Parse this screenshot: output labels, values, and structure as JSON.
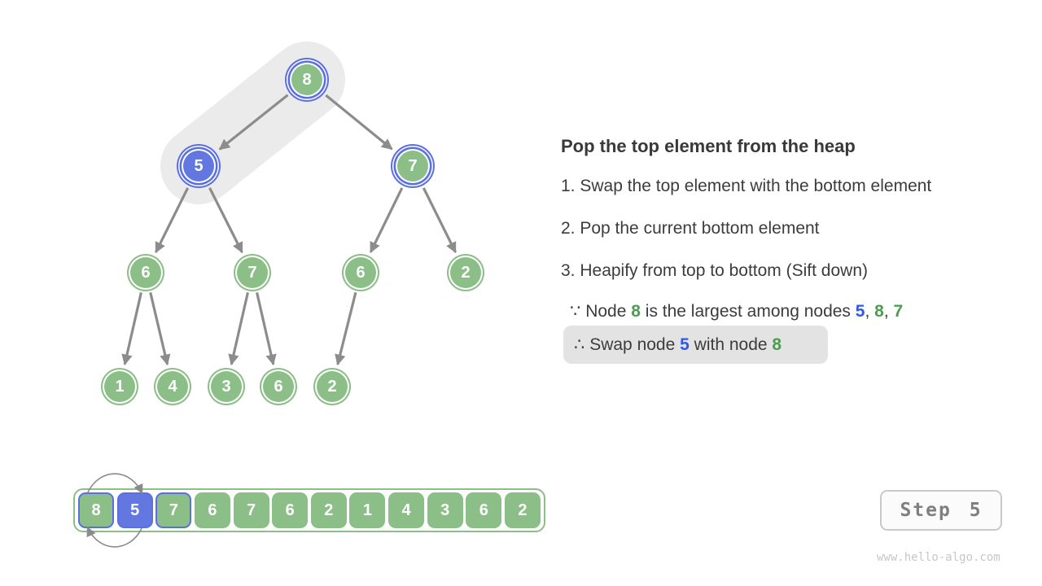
{
  "tree": {
    "nodes": [
      {
        "value": "8",
        "style": "green-fill-blue-ring"
      },
      {
        "value": "5",
        "style": "blue-fill-blue-ring"
      },
      {
        "value": "7",
        "style": "green-fill-blue-ring"
      },
      {
        "value": "6",
        "style": "green"
      },
      {
        "value": "7",
        "style": "green"
      },
      {
        "value": "6",
        "style": "green"
      },
      {
        "value": "2",
        "style": "green"
      },
      {
        "value": "1",
        "style": "green"
      },
      {
        "value": "4",
        "style": "green"
      },
      {
        "value": "3",
        "style": "green"
      },
      {
        "value": "6",
        "style": "green"
      },
      {
        "value": "2",
        "style": "green"
      }
    ],
    "edges": [
      [
        0,
        1
      ],
      [
        0,
        2
      ],
      [
        1,
        3
      ],
      [
        1,
        4
      ],
      [
        2,
        5
      ],
      [
        2,
        6
      ],
      [
        3,
        7
      ],
      [
        3,
        8
      ],
      [
        4,
        9
      ],
      [
        4,
        10
      ],
      [
        5,
        11
      ]
    ],
    "highlighted_edge": [
      0,
      1
    ]
  },
  "array": {
    "cells": [
      {
        "value": "8",
        "style": "green-blue-border"
      },
      {
        "value": "5",
        "style": "blue"
      },
      {
        "value": "7",
        "style": "green-blue-border"
      },
      {
        "value": "6",
        "style": "green"
      },
      {
        "value": "7",
        "style": "green"
      },
      {
        "value": "6",
        "style": "green"
      },
      {
        "value": "2",
        "style": "green"
      },
      {
        "value": "1",
        "style": "green"
      },
      {
        "value": "4",
        "style": "green"
      },
      {
        "value": "3",
        "style": "green"
      },
      {
        "value": "6",
        "style": "green"
      },
      {
        "value": "2",
        "style": "green"
      }
    ],
    "swap_between_indices": [
      0,
      1
    ]
  },
  "panel": {
    "title": "Pop the top element from the heap",
    "steps": [
      "1. Swap the top element with the bottom element",
      "2. Pop the current bottom element",
      "3. Heapify from top to bottom (Sift down)"
    ],
    "because": {
      "sym": "∵",
      "p1": " Node ",
      "g1": "8",
      "p2": " is the largest among nodes ",
      "b1": "5",
      "s1": ", ",
      "g2": "8",
      "s2": ", ",
      "g3": "7"
    },
    "therefore": {
      "sym": "∴",
      "p1": " Swap node ",
      "b1": "5",
      "p2": " with node ",
      "g1": "8"
    }
  },
  "footer": {
    "step_label": "Step 5",
    "watermark": "www.hello-algo.com"
  },
  "colors": {
    "node_green": "#8CBE87",
    "node_blue_fill": "#6377E0",
    "ring_blue": "#5B6FE4",
    "text_blue": "#2E5BE6",
    "text_green": "#4C9D4F",
    "edge_gray": "#8C8C8C",
    "capsule_gray": "#EBEBEB",
    "highlight_box_gray": "#E3E3E3"
  }
}
